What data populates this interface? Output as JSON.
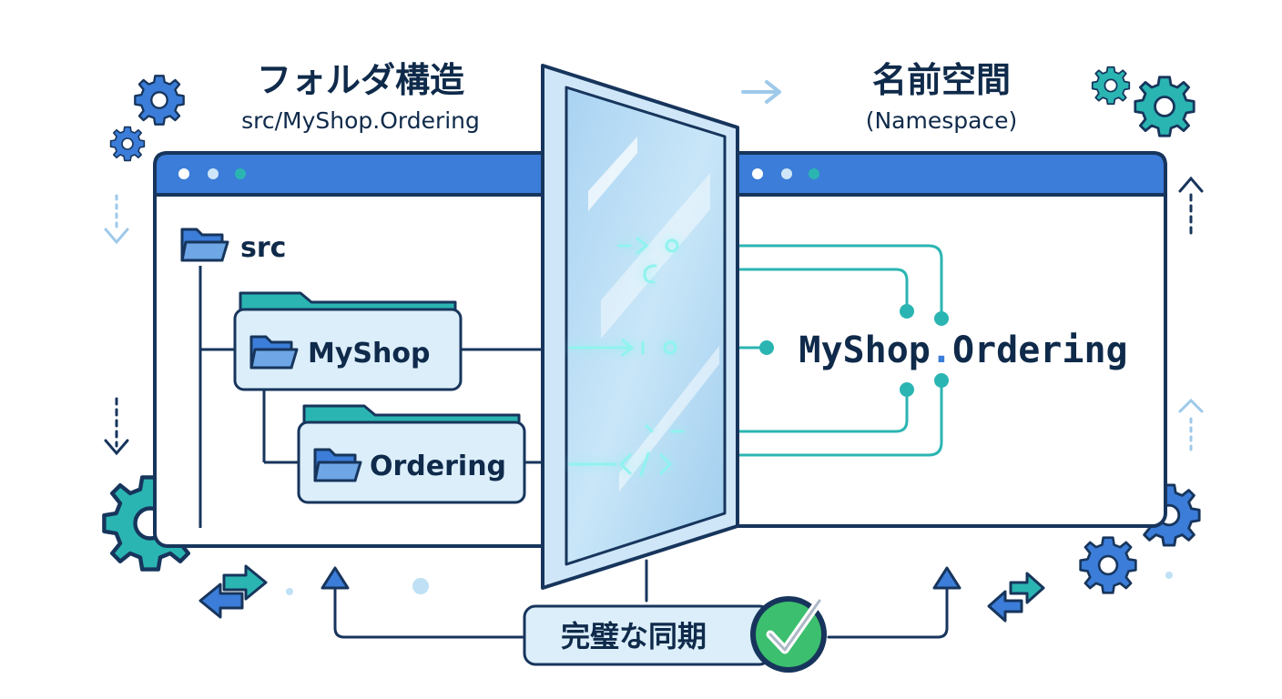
{
  "left_header": {
    "title": "フォルダ構造",
    "subtitle": "src/MyShop.Ordering"
  },
  "right_header": {
    "title": "名前空間",
    "subtitle": "(Namespace)"
  },
  "folder_tree": {
    "root": "src",
    "level1": "MyShop",
    "level2": "Ordering"
  },
  "namespace": {
    "part1": "MyShop",
    "separator": ".",
    "part2": "Ordering"
  },
  "sync_badge": {
    "label": "完璧な同期"
  },
  "icons": {
    "folder": "folder-icon",
    "gear": "gear-icon",
    "check": "check-icon",
    "mirror": "mirror-panel",
    "arrows": "arrow-icon"
  },
  "colors": {
    "navy": "#17355c",
    "blue": "#3b7dd8",
    "teal": "#2bb5b2",
    "light_blue": "#dbeefa",
    "green": "#3cbf6e"
  }
}
